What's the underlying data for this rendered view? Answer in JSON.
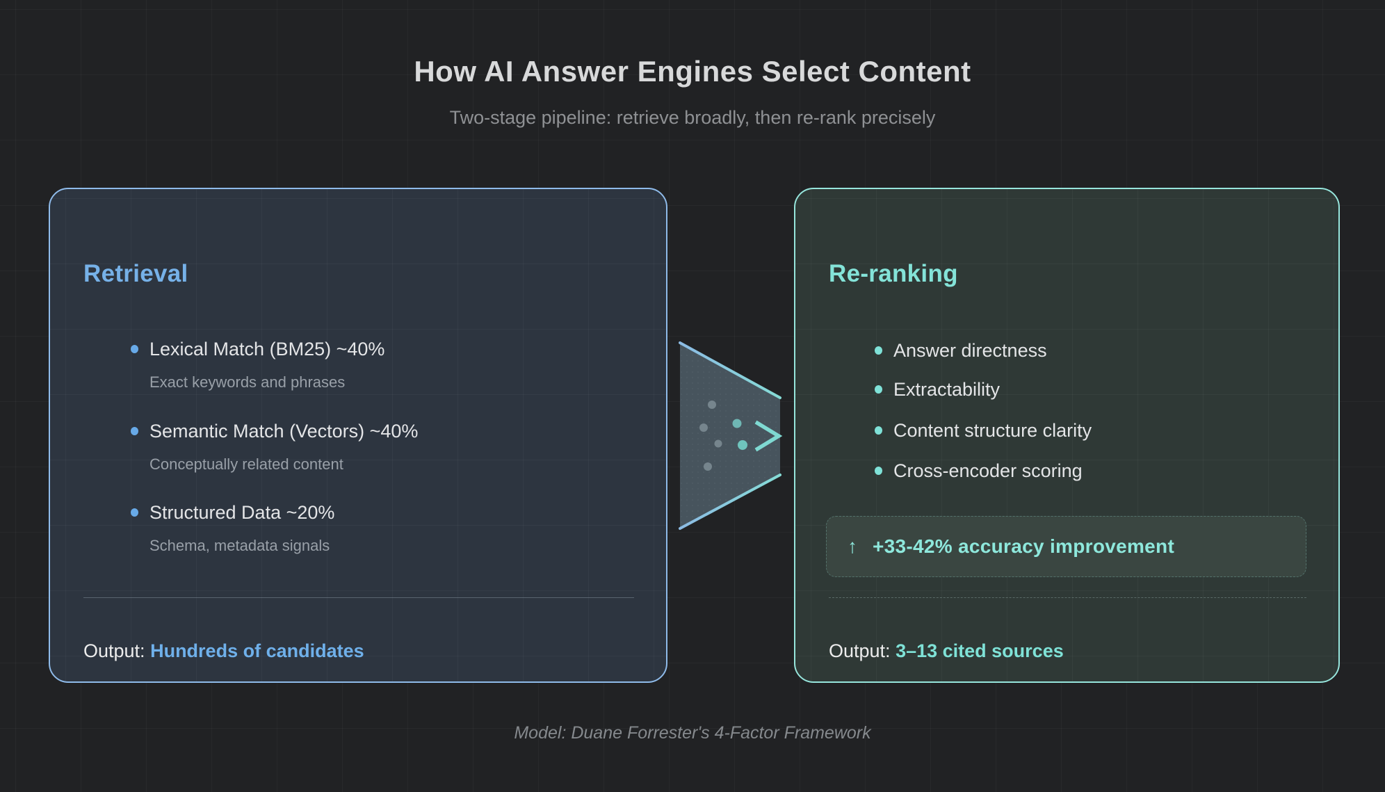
{
  "header": {
    "title": "How AI Answer Engines Select Content",
    "subtitle": "Two-stage pipeline: retrieve broadly, then re-rank precisely"
  },
  "retrieval_card": {
    "title": "Retrieval",
    "items": [
      {
        "label": "Lexical Match (BM25) ~40%",
        "sub": "Exact keywords and phrases"
      },
      {
        "label": "Semantic Match (Vectors) ~40%",
        "sub": "Conceptually related content"
      },
      {
        "label": "Structured Data ~20%",
        "sub": "Schema, metadata signals"
      }
    ],
    "output_label": "Output:",
    "output_value": "Hundreds of candidates"
  },
  "reranking_card": {
    "title": "Re-ranking",
    "items": [
      {
        "label": "Answer directness"
      },
      {
        "label": "Extractability"
      },
      {
        "label": "Content structure clarity"
      },
      {
        "label": "Cross-encoder scoring"
      }
    ],
    "highlight": {
      "icon": "↑",
      "text": "+33-42% accuracy improvement"
    },
    "output_label": "Output:",
    "output_value": "3–13 cited sources"
  },
  "footer": {
    "note": "Model: Duane Forrester's 4-Factor Framework"
  },
  "colors": {
    "background": "#212224",
    "retrieval_accent": "#76b1e8",
    "retrieval_border": "#8fbbea",
    "retrieval_card_bg": "#2d3540",
    "reranking_accent": "#84e3d8",
    "reranking_border": "#97e6dd",
    "reranking_card_bg": "#2f3936",
    "highlight_bg": "#3a4641",
    "item_text": "#e4e5e7",
    "sub_text": "#99a0a8",
    "title_text": "#d8d9da",
    "subtitle_text": "#8f9194",
    "funnel_fill": "#47545d"
  }
}
